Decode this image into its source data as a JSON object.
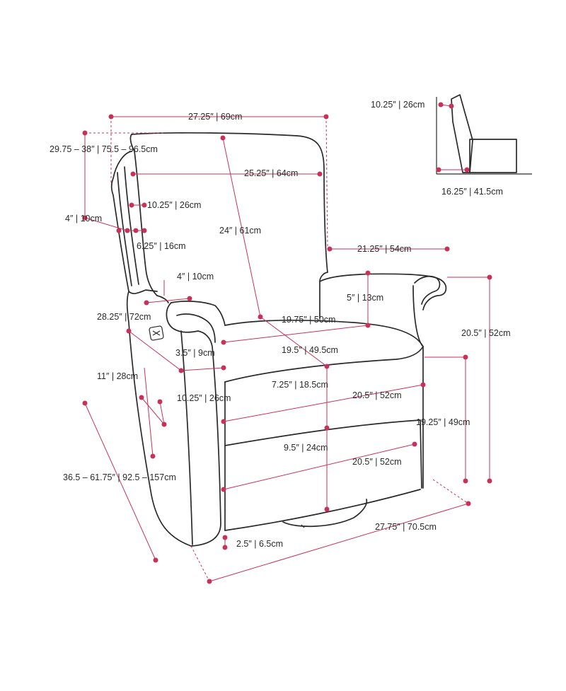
{
  "colors": {
    "accent": "#c8325a",
    "outline": "#2a2a2a",
    "background": "#ffffff"
  },
  "dimensions": [
    {
      "id": "overall-width",
      "label": "27.25″ | 69cm"
    },
    {
      "id": "overall-height",
      "label": "29.75 – 38″ | 75.5 – 96.5cm"
    },
    {
      "id": "back-width",
      "label": "25.25″ | 64cm"
    },
    {
      "id": "wing-height",
      "label": "10.25″ | 26cm"
    },
    {
      "id": "side-cushion",
      "label": "4″ | 10cm"
    },
    {
      "id": "back-height",
      "label": "24″ | 61cm"
    },
    {
      "id": "wing-depth",
      "label": "6.25″ | 16cm"
    },
    {
      "id": "seat-to-back",
      "label": "21.25″ | 54cm"
    },
    {
      "id": "arm-pad",
      "label": "4″ | 10cm"
    },
    {
      "id": "arm-above-seat",
      "label": "5″ | 13cm"
    },
    {
      "id": "arm-length",
      "label": "28.25″ | 72cm"
    },
    {
      "id": "seat-width",
      "label": "19.75″ | 50cm"
    },
    {
      "id": "arm-total-height",
      "label": "20.5″ | 52cm"
    },
    {
      "id": "arm-width",
      "label": "3.5″ | 9cm"
    },
    {
      "id": "seat-depth",
      "label": "19.5″ | 49.5cm"
    },
    {
      "id": "front-panel",
      "label": "11″ | 28cm"
    },
    {
      "id": "seat-cushion",
      "label": "7.25″ | 18.5cm"
    },
    {
      "id": "front-width-upper",
      "label": "20.5″ | 52cm"
    },
    {
      "id": "side-panel",
      "label": "10.25″ | 26cm"
    },
    {
      "id": "seat-height",
      "label": "19.25″ | 49cm"
    },
    {
      "id": "front-height",
      "label": "9.5″ | 24cm"
    },
    {
      "id": "front-width-lower",
      "label": "20.5″ | 52cm"
    },
    {
      "id": "reclined-length",
      "label": "36.5 – 61.75″ | 92.5 – 157cm"
    },
    {
      "id": "overall-depth",
      "label": "27.75″ | 70.5cm"
    },
    {
      "id": "base-height",
      "label": "2.5″ | 6.5cm"
    },
    {
      "id": "wall-clearance",
      "label": "10.25″ | 26cm"
    },
    {
      "id": "forward-clearance",
      "label": "16.25″ | 41.5cm"
    }
  ]
}
